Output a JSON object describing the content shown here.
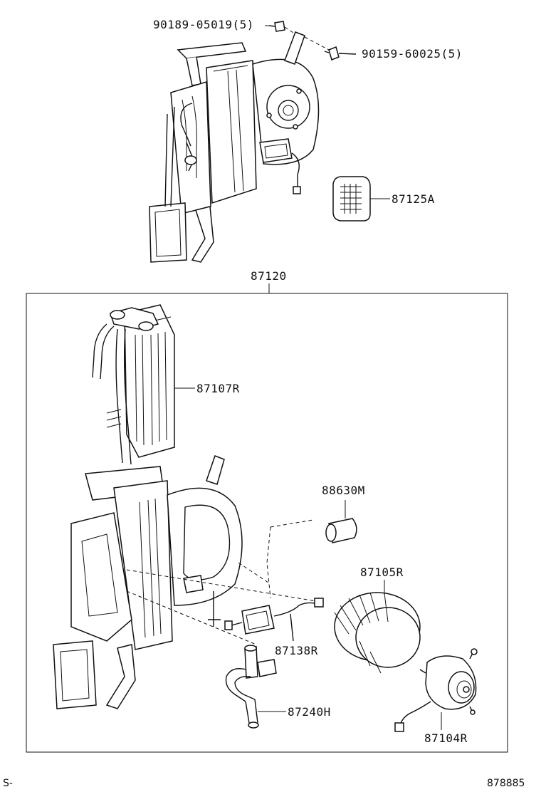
{
  "labels": {
    "screw_top": "90189-05019(5)",
    "screw_right": "90159-60025(5)",
    "grille": "87125A",
    "assembly": "87120",
    "heater_core": "87107R",
    "resistor": "88630M",
    "fan": "87105R",
    "wire_harness": "87138R",
    "hose_valve": "87240H",
    "blower_motor": "87104R"
  },
  "footer": {
    "left": "S-",
    "right": "878885"
  }
}
